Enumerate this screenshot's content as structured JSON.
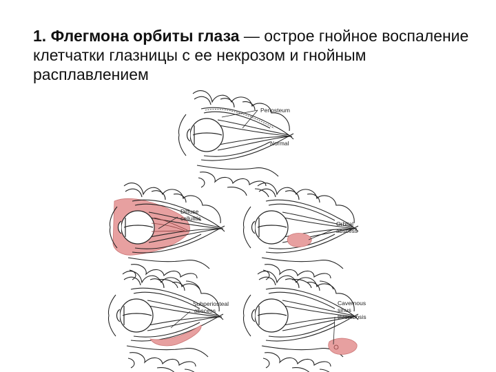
{
  "slide": {
    "title_bold": "1. Флегмона орбиты глаза",
    "title_rest": " — острое гнойное воспаление клетчатки глазницы с ее некрозом и гнойным расплавлением"
  },
  "figure": {
    "labels": {
      "periosteum": "Periosteum",
      "normal": "Normal",
      "diffuse_1": "Diffuse",
      "diffuse_2": "cellulitis",
      "orbital_1": "Orbital",
      "orbital_2": "abscess",
      "subperiosteal_1": "Subperiosteal",
      "subperiosteal_2": "abscess",
      "cavernous_1": "Cavernous",
      "cavernous_2": "sinus",
      "cavernous_3": "thrombosis"
    },
    "colors": {
      "inflammation": "#e7a0a0",
      "inflammation_dark": "#d36a6a",
      "line": "#222222"
    }
  }
}
